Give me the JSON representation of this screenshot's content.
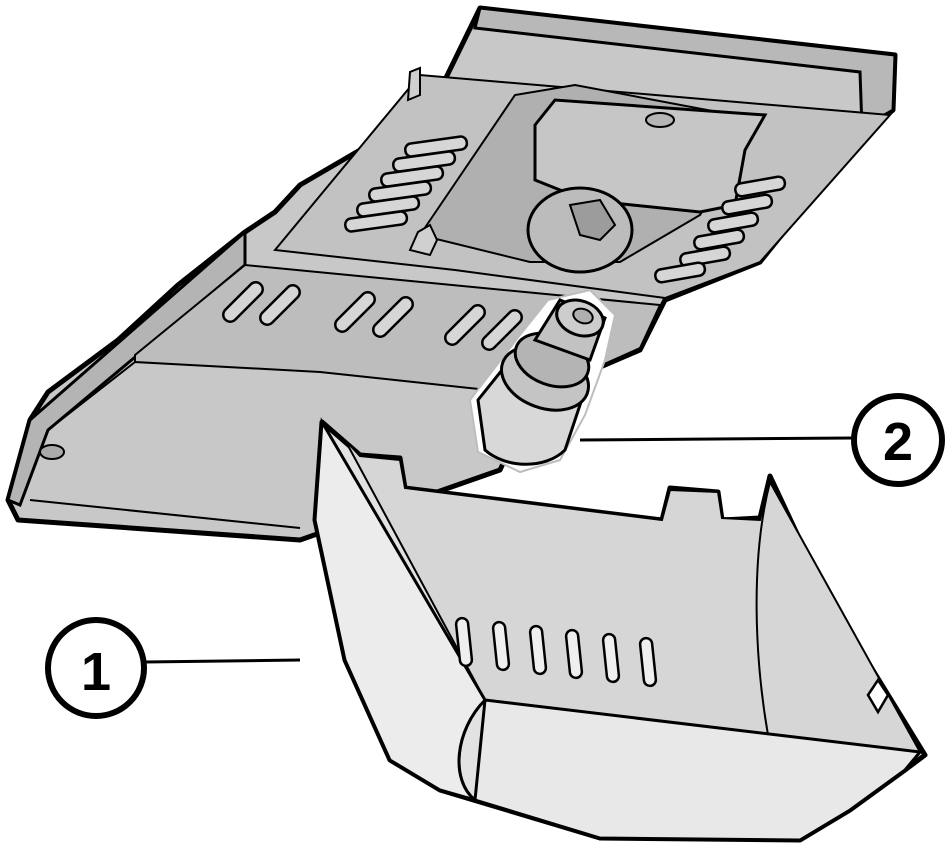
{
  "callouts": [
    {
      "id": "1",
      "label": "1"
    },
    {
      "id": "2",
      "label": "2"
    }
  ],
  "colors": {
    "outline": "#000000",
    "housing_fill": "#c8c8c8",
    "housing_dark": "#a9a9a9",
    "housing_side": "#b8b8b8",
    "cover_fill": "#e2e2e2",
    "cover_side": "#ececec",
    "cover_shade": "#d2d2d2",
    "bulb_fill": "#cfcfcf",
    "bulb_glow": "#ffffff",
    "background": "#ffffff"
  }
}
